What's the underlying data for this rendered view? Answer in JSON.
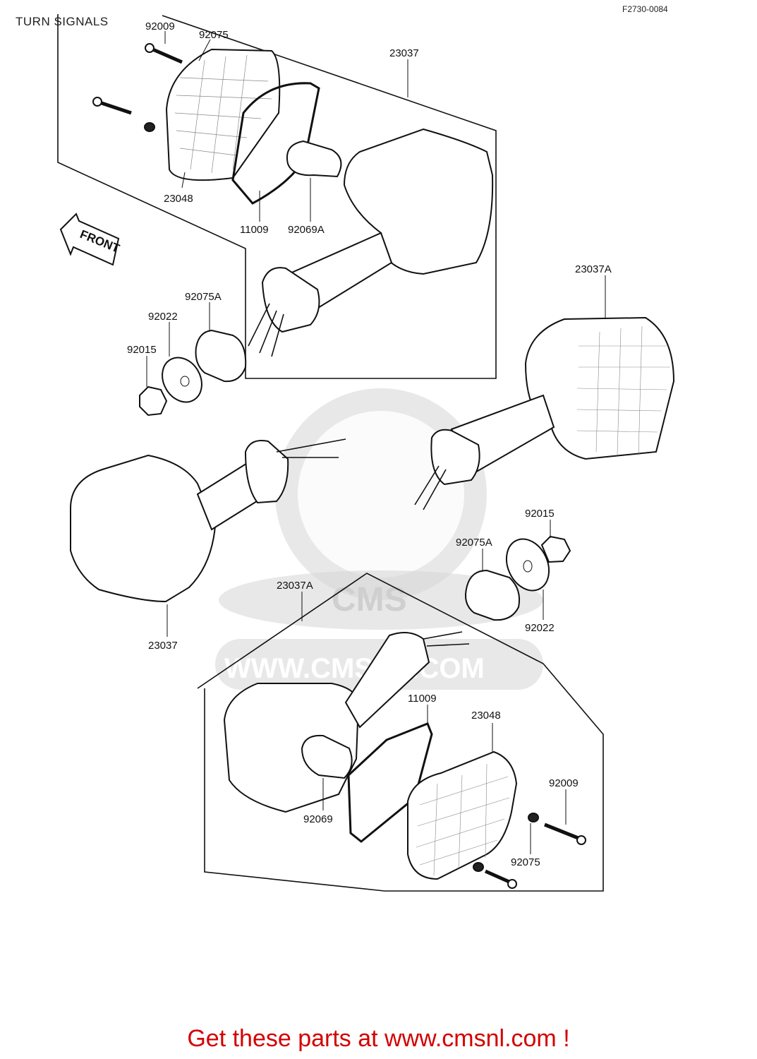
{
  "title": "TURN SIGNALS",
  "diagram_code": "F2730-0084",
  "front_arrow_label": "FRONT",
  "watermark": {
    "logo_text": "CMS",
    "site_text": "WWW.CMSNL.COM"
  },
  "part_labels": [
    "92009",
    "92075",
    "23037",
    "23048",
    "11009",
    "92069A",
    "23037A",
    "92075A",
    "92022",
    "92015",
    "23037",
    "92015",
    "92075A",
    "92022",
    "23037A",
    "11009",
    "23048",
    "92009",
    "92069",
    "92075"
  ],
  "footer": {
    "link_text": "Get these parts at www.cmsnl.com !",
    "link_color": "#d40000"
  }
}
